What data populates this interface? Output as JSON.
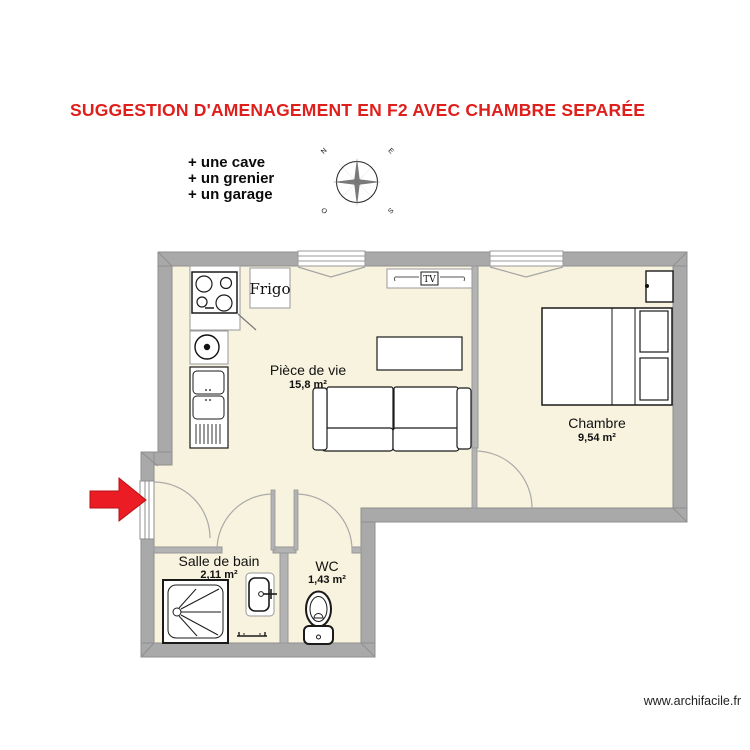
{
  "title": "SUGGESTION D'AMENAGEMENT EN F2 AVEC CHAMBRE SEPARÉE",
  "notes": {
    "items": [
      "+ une cave",
      "+ un grenier",
      "+ un garage"
    ]
  },
  "compass": {
    "north": "N",
    "east": "E",
    "south": "S",
    "west": "O"
  },
  "rooms": [
    {
      "name": "Pièce de vie",
      "area": "15,8 m²"
    },
    {
      "name": "Chambre",
      "area": "9,54 m²"
    },
    {
      "name": "Salle de bain",
      "area": "2,11 m²"
    },
    {
      "name": "WC",
      "area": "1,43 m²"
    }
  ],
  "labels": {
    "fridge": "Frigo",
    "tv": "TV"
  },
  "footer": {
    "website": "www.archifacile.fr"
  },
  "colors": {
    "title_red": "#df1f1c",
    "arrow_red": "#ec1c24",
    "wall_gray": "#a9a9a9",
    "floor_beige": "#f7f3de"
  }
}
